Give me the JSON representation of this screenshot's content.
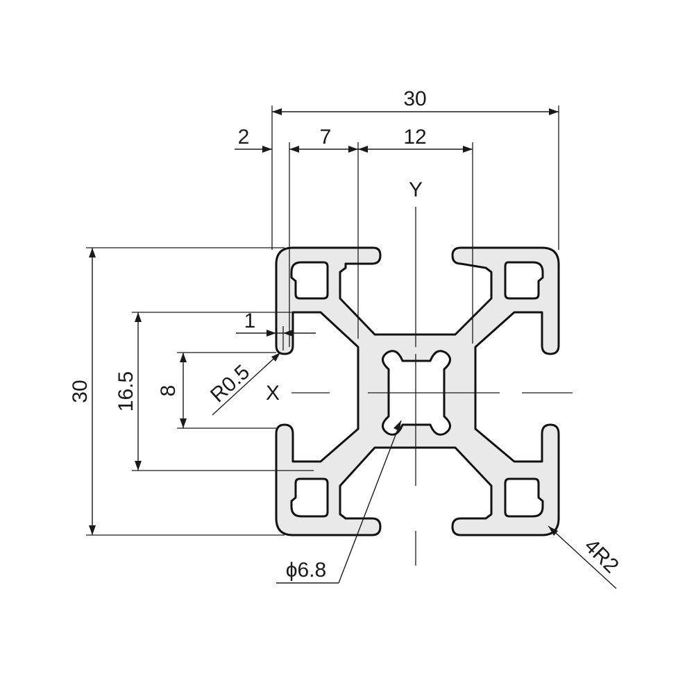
{
  "dimensions": {
    "overall_width": "30",
    "wall_2": "2",
    "slot_offset_7": "7",
    "slot_width_12": "12",
    "overall_height": "30",
    "slot_depth_16_5": "16.5",
    "slot_opening_8": "8",
    "lip_1": "1",
    "radius_r0_5": "R0.5",
    "center_hole": "ϕ6.8",
    "corner_radius": "4R2"
  },
  "axes": {
    "x_label": "X",
    "y_label": "Y"
  }
}
